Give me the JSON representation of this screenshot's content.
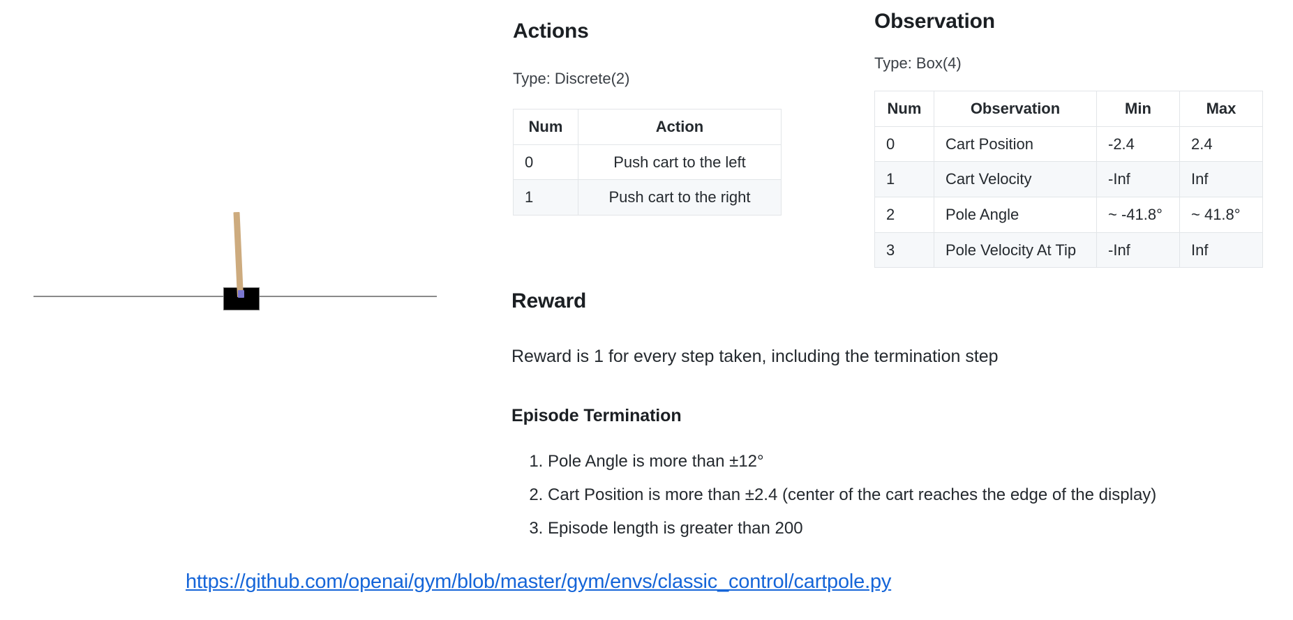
{
  "cartpole": {
    "alt": "CartPole environment rendering: black cart on a horizontal track with a tan pole balanced on a blue axle",
    "pole_color": "#cdab7e",
    "cart_color": "#000000",
    "axle_color": "#7a76cf",
    "track_color": "#8a8a8a"
  },
  "actions": {
    "heading": "Actions",
    "type_line": "Type: Discrete(2)",
    "table": {
      "headers": [
        "Num",
        "Action"
      ],
      "rows": [
        [
          "0",
          "Push cart to the left"
        ],
        [
          "1",
          "Push cart to the right"
        ]
      ]
    }
  },
  "observation": {
    "heading": "Observation",
    "type_line": "Type: Box(4)",
    "table": {
      "headers": [
        "Num",
        "Observation",
        "Min",
        "Max"
      ],
      "rows": [
        [
          "0",
          "Cart Position",
          "-2.4",
          "2.4"
        ],
        [
          "1",
          "Cart Velocity",
          "-Inf",
          "Inf"
        ],
        [
          "2",
          "Pole Angle",
          "~ -41.8°",
          "~ 41.8°"
        ],
        [
          "3",
          "Pole Velocity At Tip",
          "-Inf",
          "Inf"
        ]
      ]
    }
  },
  "reward": {
    "heading": "Reward",
    "text": "Reward is 1 for every step taken, including the termination step"
  },
  "episode_termination": {
    "heading": "Episode Termination",
    "items": [
      "Pole Angle is more than ±12°",
      "Cart Position is more than ±2.4 (center of the cart reaches the edge of the display)",
      "Episode length is greater than 200"
    ]
  },
  "source": {
    "url": "https://github.com/openai/gym/blob/master/gym/envs/classic_control/cartpole.py",
    "color": "#1565d8"
  }
}
